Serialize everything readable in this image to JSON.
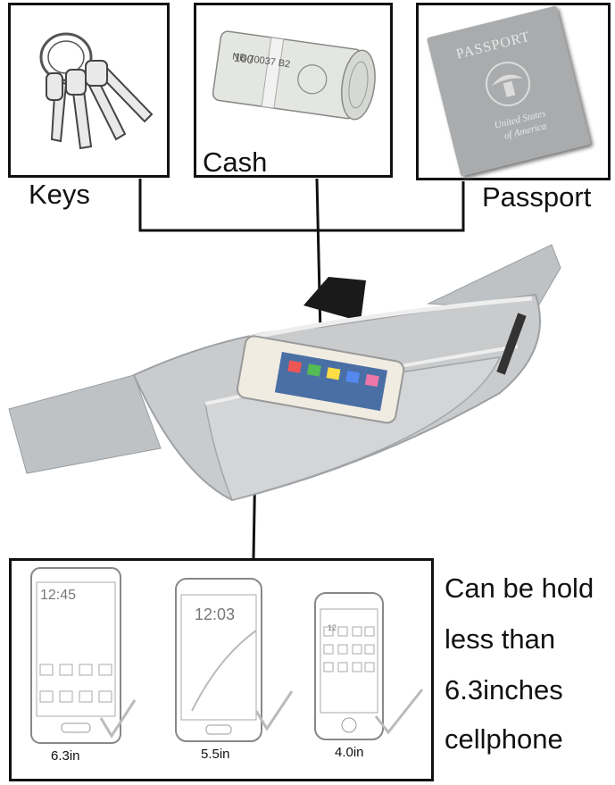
{
  "items": {
    "keys_label": "Keys",
    "cash_label": "Cash",
    "passport_label": "Passport",
    "bill_text": "NB 70037 B2"
  },
  "passport": {
    "title": "PASSPORT",
    "country_line1": "United States",
    "country_line2": "of America"
  },
  "phones": [
    {
      "size": "6.3in",
      "time": "12:45"
    },
    {
      "size": "5.5in",
      "time": "12:03"
    },
    {
      "size": "4.0in",
      "time": "12"
    }
  ],
  "caption": {
    "line1": "Can be hold",
    "line2": "less than",
    "line3": "6.3inches",
    "line4": "cellphone"
  },
  "colors": {
    "outline": "#111111",
    "bag": "#c9cbcd",
    "bag_dark": "#9ea1a4",
    "passport": "#a9abad"
  }
}
